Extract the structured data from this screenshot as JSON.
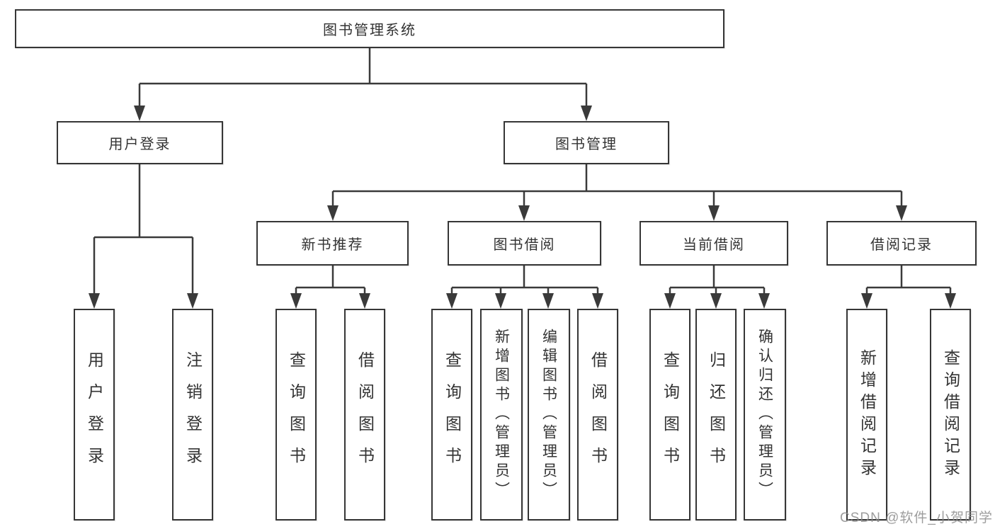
{
  "diagram": {
    "root": {
      "label": "图书管理系统"
    },
    "level2": [
      {
        "label": "用户登录"
      },
      {
        "label": "图书管理"
      }
    ],
    "level3": [
      {
        "label": "新书推荐"
      },
      {
        "label": "图书借阅"
      },
      {
        "label": "当前借阅"
      },
      {
        "label": "借阅记录"
      }
    ],
    "leaves": {
      "user_login": [
        "用户登录",
        "注销登录"
      ],
      "new_book": [
        "查询图书",
        "借阅图书"
      ],
      "book_borrow": [
        "查询图书",
        "新增图书（管理员）",
        "编辑图书（管理员）",
        "借阅图书"
      ],
      "current_borrow": [
        "查询图书",
        "归还图书",
        "确认归还（管理员）"
      ],
      "borrow_record": [
        "新增借阅记录",
        "查询借阅记录"
      ]
    }
  },
  "watermark": {
    "text": "CSDN @软件_小贺同学"
  },
  "colors": {
    "line": "#3a3a3a",
    "border": "#363636",
    "text": "#333333",
    "watermark": "#8c8c8c",
    "background": "#ffffff"
  }
}
